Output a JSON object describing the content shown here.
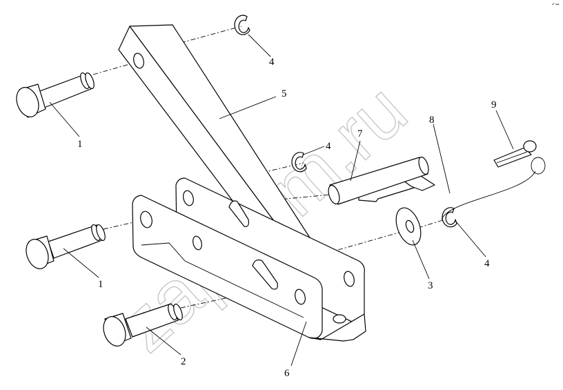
{
  "watermark": "zapkam.ru",
  "corner_mark": "•° •••",
  "callouts": {
    "c1a": "1",
    "c1b": "1",
    "c2": "2",
    "c3": "3",
    "c4a": "4",
    "c4b": "4",
    "c4c": "4",
    "c5": "5",
    "c6": "6",
    "c7": "7",
    "c8": "8",
    "c9": "9"
  }
}
